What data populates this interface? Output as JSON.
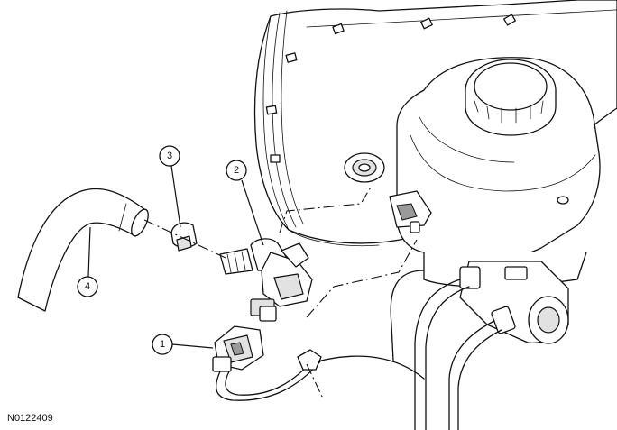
{
  "callouts": [
    {
      "label": "1"
    },
    {
      "label": "2"
    },
    {
      "label": "3"
    },
    {
      "label": "4"
    }
  ],
  "figure_ref": "N0122409"
}
